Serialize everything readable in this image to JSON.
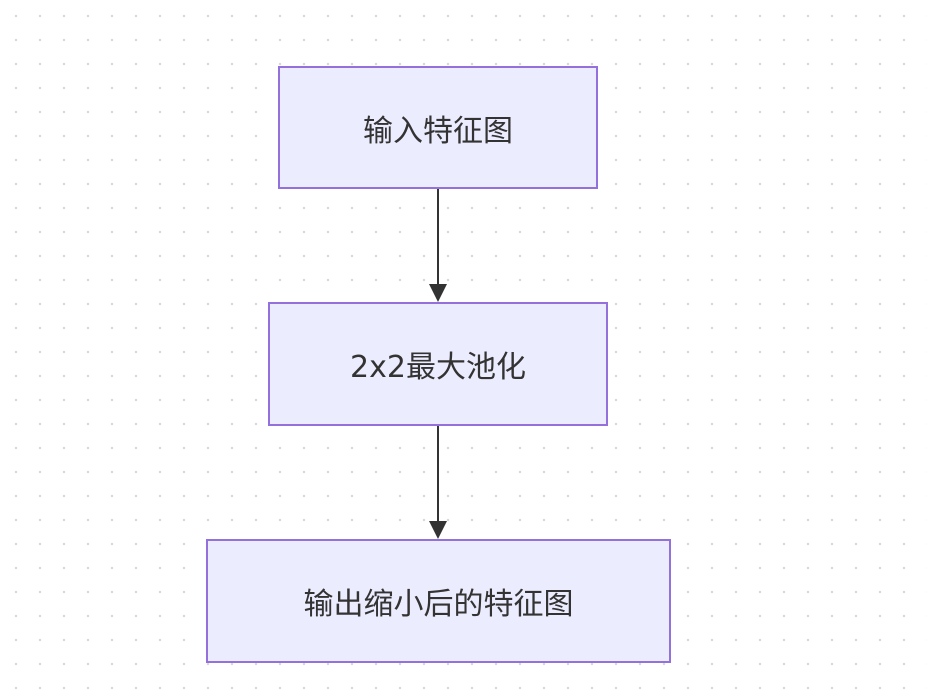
{
  "diagram": {
    "type": "flowchart",
    "direction": "top-to-bottom",
    "nodes": [
      {
        "id": "n1",
        "label": "输入特征图"
      },
      {
        "id": "n2",
        "label": "2x2最大池化"
      },
      {
        "id": "n3",
        "label": "输出缩小后的特征图"
      }
    ],
    "edges": [
      {
        "from": "n1",
        "to": "n2"
      },
      {
        "from": "n2",
        "to": "n3"
      }
    ],
    "colors": {
      "node_fill": "#ececff",
      "node_border": "#9370db",
      "edge": "#333333",
      "text": "#333333",
      "background_dots": "#d9d9d9"
    }
  }
}
